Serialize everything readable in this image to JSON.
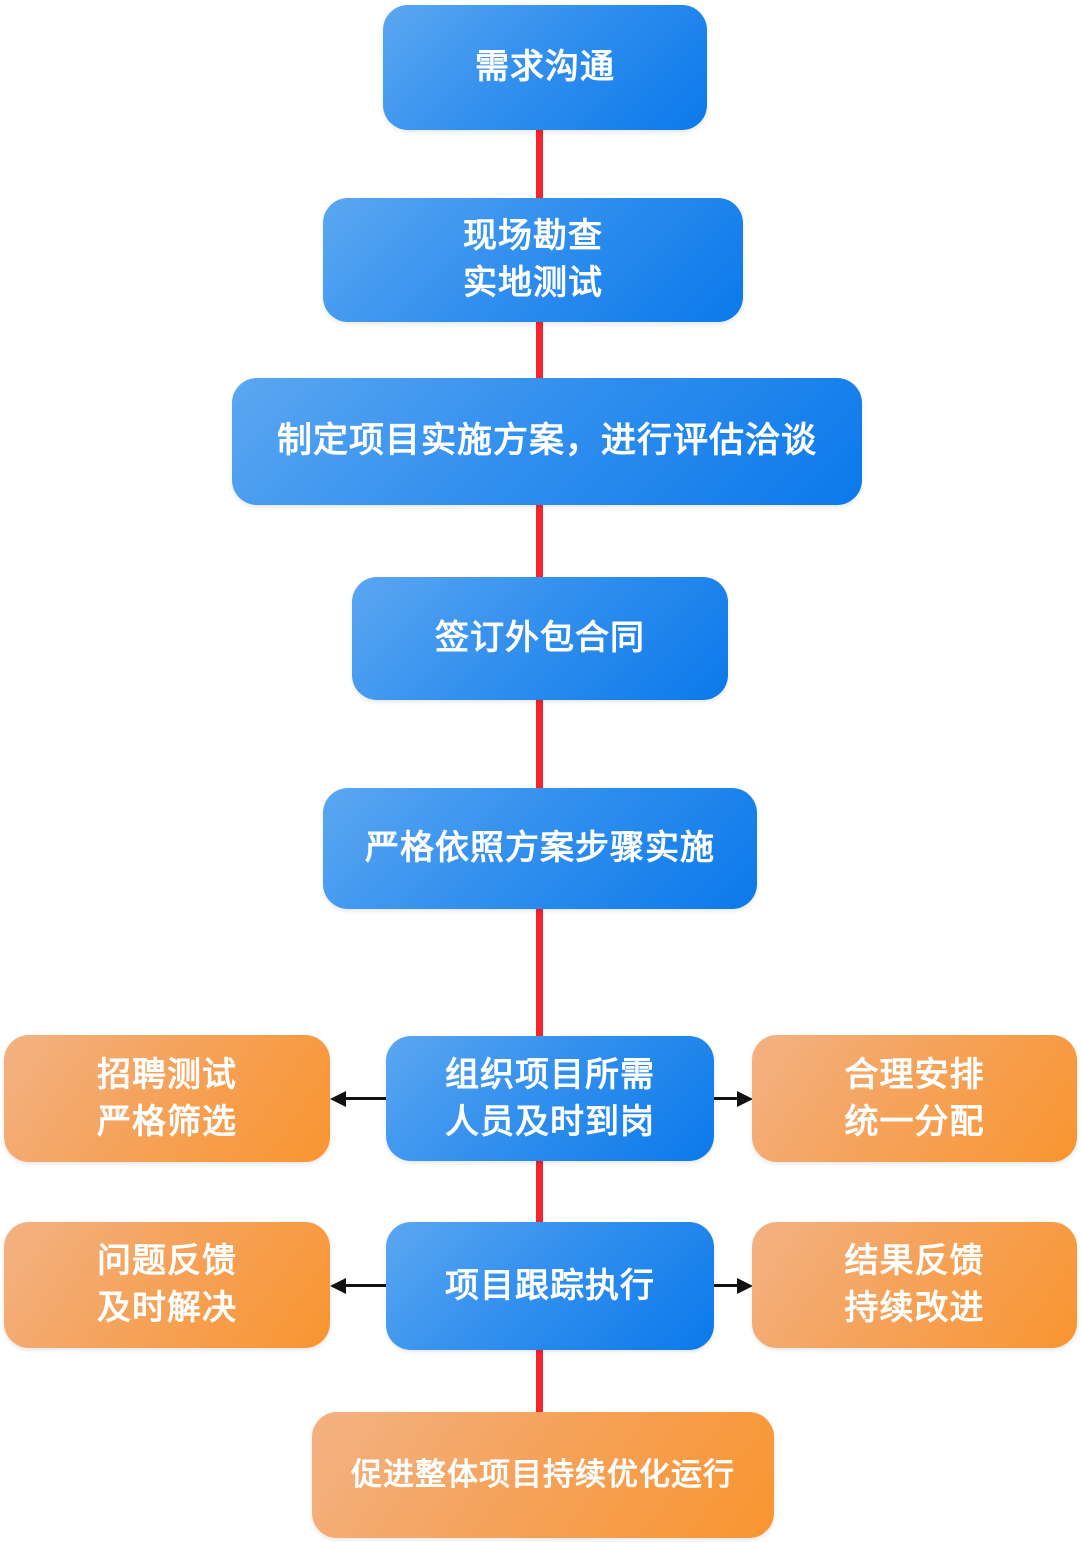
{
  "diagram": {
    "type": "flowchart",
    "language": "zh-CN",
    "colors": {
      "node_blue_gradient_start": "#5BA7F1",
      "node_blue_gradient_end": "#0B79EB",
      "node_orange_gradient_start": "#F3B283",
      "node_orange_gradient_end": "#F99530",
      "connector_line_red": "#F4252C",
      "arrow_black": "#111111",
      "node_text": "#FFFFFF",
      "background": "#FFFFFF"
    },
    "nodes": {
      "demand": {
        "lines": [
          "需求沟通"
        ]
      },
      "survey": {
        "lines": [
          "现场勘查",
          "实地测试"
        ]
      },
      "plan": {
        "lines": [
          "制定项目实施方案，进行评估洽谈"
        ]
      },
      "contract": {
        "lines": [
          "签订外包合同"
        ]
      },
      "implement": {
        "lines": [
          "严格依照方案步骤实施"
        ]
      },
      "staffing": {
        "lines": [
          "组织项目所需",
          "人员及时到岗"
        ]
      },
      "recruit": {
        "lines": [
          "招聘测试",
          "严格筛选"
        ]
      },
      "arrange": {
        "lines": [
          "合理安排",
          "统一分配"
        ]
      },
      "tracking": {
        "lines": [
          "项目跟踪执行"
        ]
      },
      "feedback": {
        "lines": [
          "问题反馈",
          "及时解决"
        ]
      },
      "result": {
        "lines": [
          "结果反馈",
          "持续改进"
        ]
      },
      "optimize": {
        "lines": [
          "促进整体项目持续优化运行"
        ]
      }
    },
    "flow_order": [
      "需求沟通",
      "现场勘查 实地测试",
      "制定项目实施方案，进行评估洽谈",
      "签订外包合同",
      "严格依照方案步骤实施",
      "组织项目所需人员及时到岗",
      "项目跟踪执行",
      "促进整体项目持续优化运行"
    ],
    "edges": [
      {
        "from": "组织项目所需人员及时到岗",
        "to": "招聘测试 严格筛选",
        "direction": "left"
      },
      {
        "from": "组织项目所需人员及时到岗",
        "to": "合理安排 统一分配",
        "direction": "right"
      },
      {
        "from": "项目跟踪执行",
        "to": "问题反馈 及时解决",
        "direction": "left"
      },
      {
        "from": "项目跟踪执行",
        "to": "结果反馈 持续改进",
        "direction": "right"
      }
    ]
  }
}
